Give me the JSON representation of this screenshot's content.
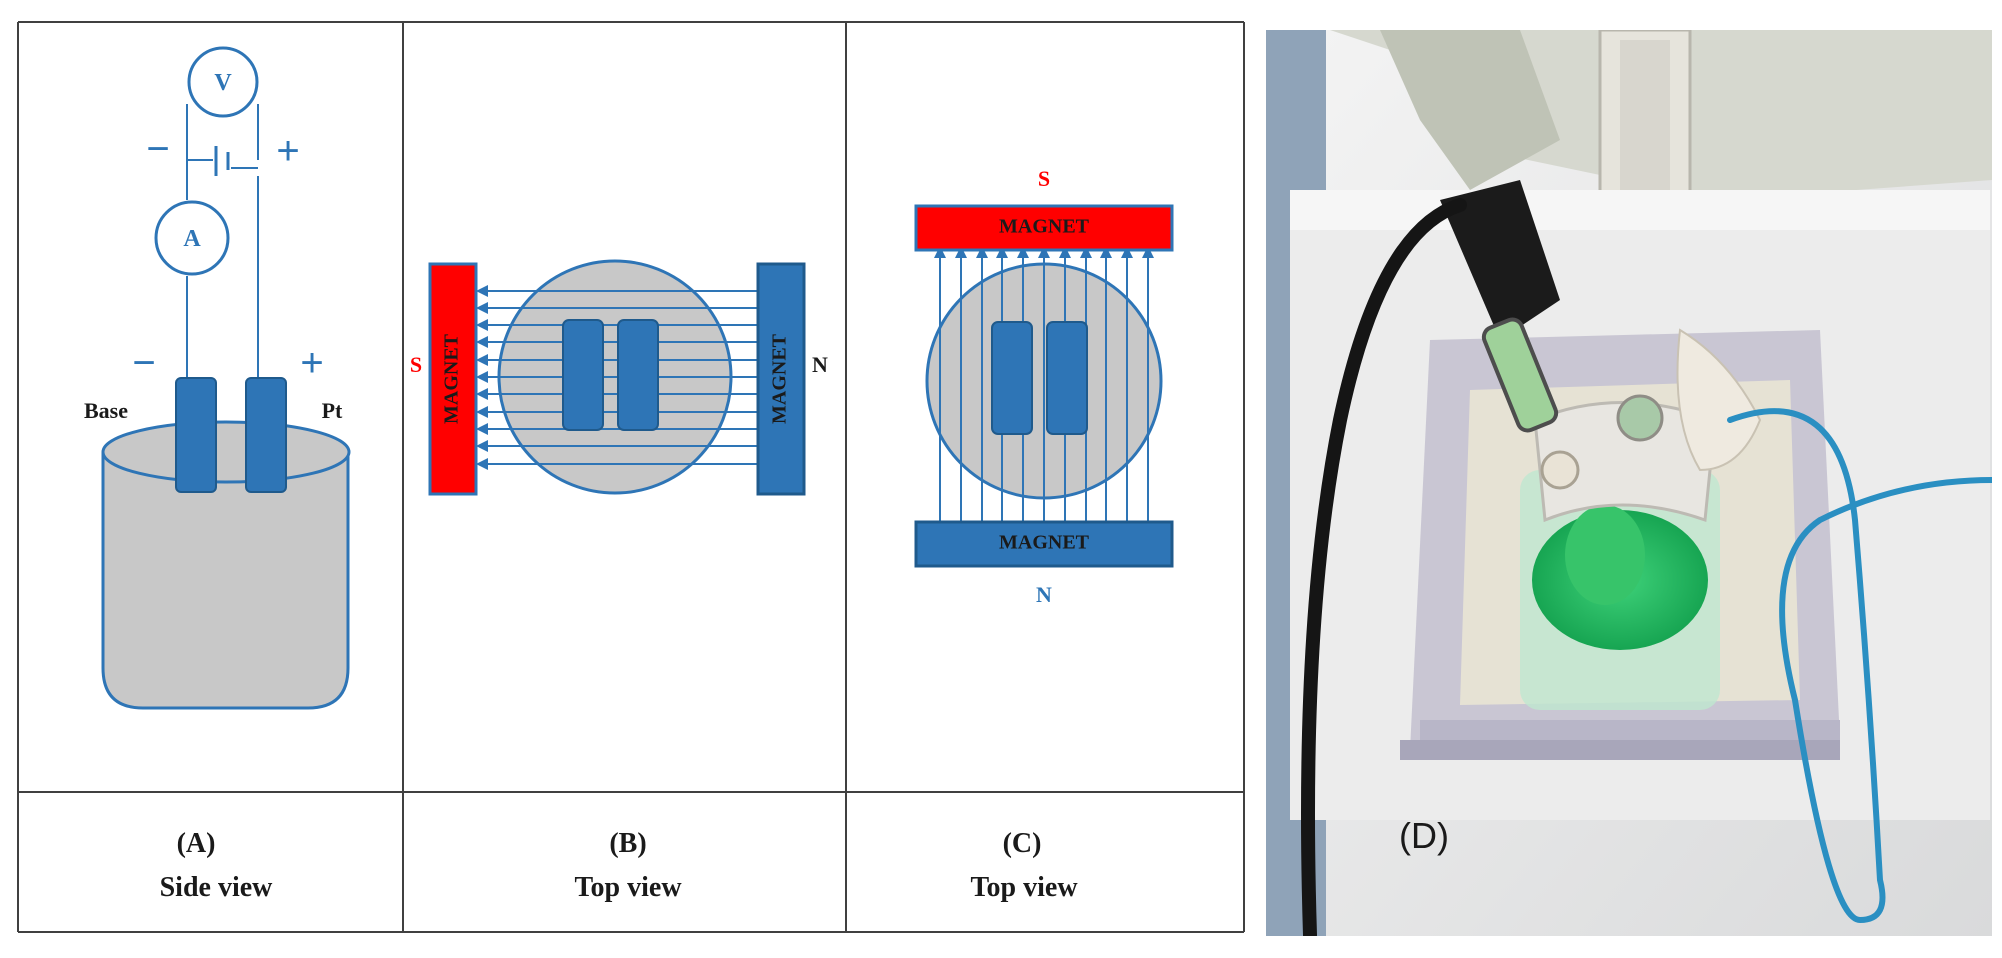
{
  "colors": {
    "blue": "#2E75B6",
    "blue_fill": "#2E75B6",
    "red": "#FF0000",
    "grey": "#C8C8C8",
    "grid": "#404040"
  },
  "panels": {
    "a": {
      "voltmeter": "V",
      "ammeter": "A",
      "minus_sign": "−",
      "plus_sign": "+",
      "left_electrode": "Base",
      "right_electrode": "Pt",
      "caption_letter": "(A)",
      "caption_text": "Side view"
    },
    "b": {
      "left_magnet": "MAGNET",
      "right_magnet": "MAGNET",
      "left_pole": "S",
      "right_pole": "N",
      "caption_letter": "(B)",
      "caption_text": "Top view"
    },
    "c": {
      "top_magnet": "MAGNET",
      "bottom_magnet": "MAGNET",
      "top_pole": "S",
      "bottom_pole": "N",
      "caption_letter": "(C)",
      "caption_text": "Top view"
    },
    "d": {
      "label": "(D)"
    }
  }
}
